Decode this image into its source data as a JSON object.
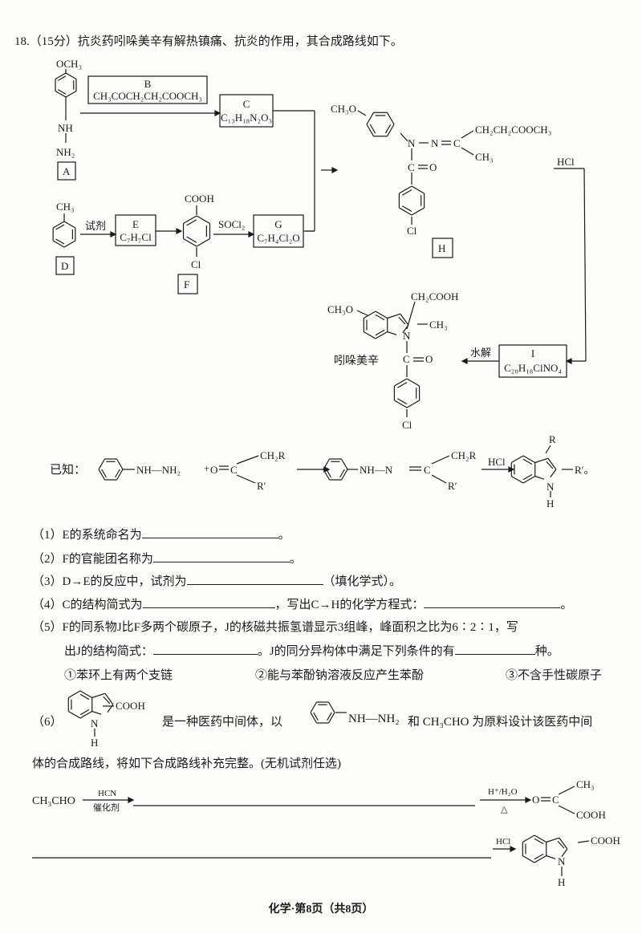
{
  "question": {
    "title": "18.（15分）抗炎药吲哚美辛有解热镇痛、抗炎的作用，其合成路线如下。"
  },
  "scheme": {
    "A": {
      "label": "A",
      "sub_top": "OCH₃",
      "nh": "NH",
      "nh2": "NH₂"
    },
    "B": {
      "label": "B",
      "formula": "CH₃COCH₂CH₂COOCH₃"
    },
    "C": {
      "label": "C",
      "formula": "C₁₃H₁₈N₂O₃"
    },
    "D": {
      "label": "D",
      "sub_top": "CH₃"
    },
    "reagent": "试剂",
    "E": {
      "label": "E",
      "formula": "C₇H₇Cl"
    },
    "F": {
      "label": "F",
      "cooh": "COOH",
      "cl": "Cl"
    },
    "socl2": "SOCl₂",
    "G": {
      "label": "G",
      "formula": "C₇H₄Cl₂O"
    },
    "H": {
      "label": "H",
      "och3": "CH₃O",
      "n": "N",
      "n2": "N",
      "c": "C",
      "chain": "CH₂CH₂COOCH₃",
      "ch3": "CH₃",
      "co": "C",
      "o": "O",
      "cl": "Cl"
    },
    "hcl": "HCl",
    "I": {
      "label": "I",
      "formula": "C₂₀H₁₈ClNO₄"
    },
    "hydrolysis": "水解",
    "product": {
      "name": "吲哚美辛",
      "ch2cooh": "CH₂COOH",
      "och3": "CH₃O",
      "ch3": "CH₃",
      "n": "N",
      "c": "C",
      "o": "O",
      "cl": "Cl"
    }
  },
  "known": {
    "label": "已知：",
    "nhnh2": "NH—NH₂",
    "plus": "+",
    "o": "O",
    "c": "C",
    "ch2r": "CH₂R",
    "rprime": "R′",
    "hydrazone": "NH—N",
    "c2": "C",
    "ch2r2": "CH₂R",
    "rprime2": "R′",
    "hcl": "HCl",
    "r": "R",
    "rprime3": "R′。",
    "n": "N",
    "h": "H"
  },
  "questions": [
    {
      "pre": "（1）E的系统命名为",
      "post": "。"
    },
    {
      "pre": "（2）F的官能团名称为",
      "post": "。"
    },
    {
      "pre": "（3）D→E的反应中，试剂为",
      "post": "（填化学式）。"
    },
    {
      "pre": "（4）C的结构简式为",
      "mid": "，写出C→H的化学方程式：",
      "post": "。"
    },
    {
      "line1": "（5）F的同系物J比F多两个碳原子，J的核磁共振氢谱显示3组峰，峰面积之比为6∶2∶1，写",
      "pre": "出J的结构简式：",
      "mid": "。J的同分异构体中满足下列条件的有",
      "post": "种。",
      "conditions": [
        "①苯环上有两个支链",
        "②能与苯酚钠溶液反应产生苯酚",
        "③不含手性碳原子"
      ]
    },
    {
      "num": "（6）",
      "cooh": "COOH",
      "n": "N",
      "h": "H",
      "text1": "是一种医药中间体，以",
      "nhnh2": "NH—NH₂",
      "text2": "和 CH₃CHO 为原料设计该医药中间",
      "line2": "体的合成路线，将如下合成路线补充完整。(无机试剂任选)"
    }
  ],
  "route": {
    "start": "CH₃CHO",
    "hcn": "HCN",
    "catalyst": "催化剂",
    "acid": "H⁺/H₂O",
    "heat": "△",
    "o": "O",
    "c": "C",
    "ch3": "CH₃",
    "cooh": "COOH",
    "hcl": "HCl",
    "final_cooh": "COOH",
    "final_n": "N",
    "final_h": "H"
  },
  "footer": "化学·第8页（共8页）"
}
